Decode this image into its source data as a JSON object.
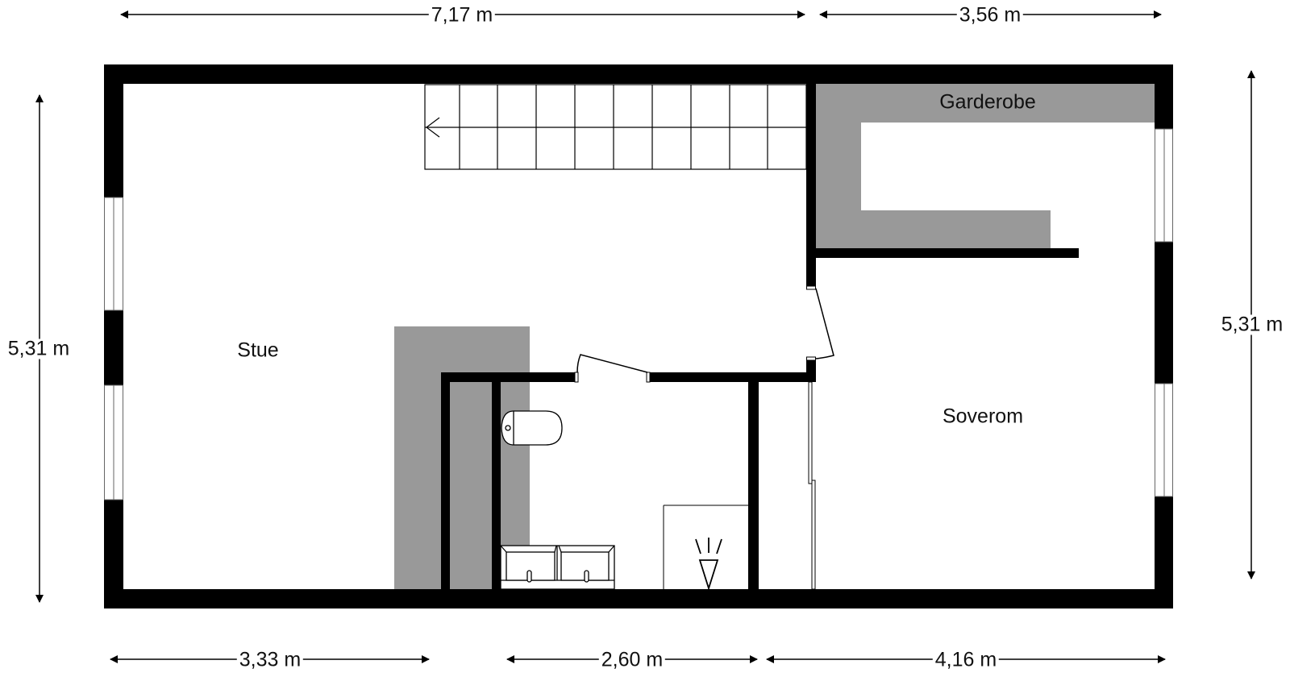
{
  "rooms": {
    "stue": "Stue",
    "garderobe": "Garderobe",
    "soverom": "Soverom"
  },
  "dimensions": {
    "top_left": "7,17 m",
    "top_right": "3,56 m",
    "left": "5,31 m",
    "right": "5,31 m",
    "bottom_left": "3,33 m",
    "bottom_middle": "2,60 m",
    "bottom_right": "4,16 m"
  },
  "colors": {
    "wall": "#000000",
    "fixed_furniture": "#999999",
    "background": "#ffffff"
  },
  "stair": {
    "steps": 10,
    "direction_icon": "arrow-left-icon"
  }
}
